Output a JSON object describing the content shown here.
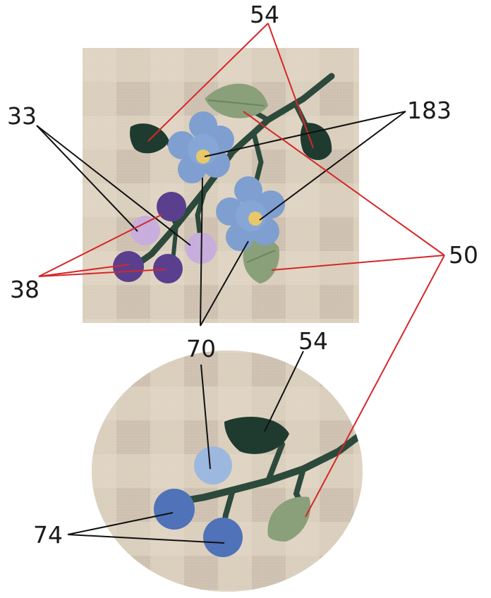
{
  "labels": {
    "top_54": "54",
    "label_33": "33",
    "label_183": "183",
    "label_50": "50",
    "label_38": "38",
    "label_70": "70",
    "lower_54": "54",
    "label_74": "74"
  },
  "colors": {
    "red_leader": "#d62728",
    "black_leader": "#111111",
    "linen": "#cdbfae",
    "check_light": "#ece3d2",
    "leaf_light": "#8aa07a",
    "leaf_dark": "#1f3b30",
    "stem": "#2c4a3c",
    "flower_blue": "#7f9fd0",
    "flower_center": "#e9c86a",
    "berry_dark_purple": "#5a3f8e",
    "berry_light_purple": "#c8aedc",
    "berry_light_blue": "#9db8de",
    "berry_blue": "#4f72b8"
  }
}
